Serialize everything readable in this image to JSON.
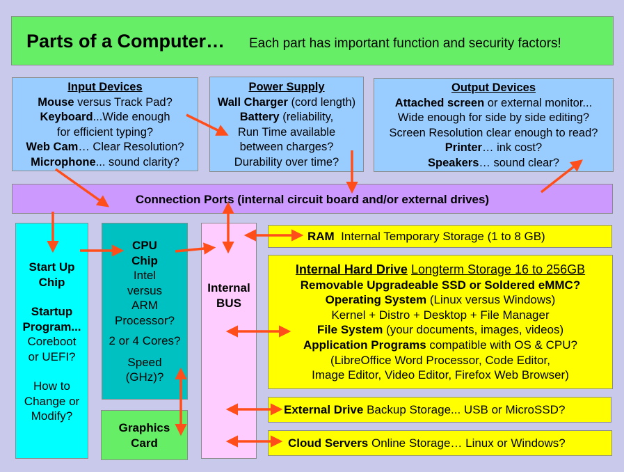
{
  "title": {
    "main": "Parts of a Computer…",
    "subtitle": "Each part has important function and security factors!"
  },
  "input_devices": {
    "heading": "Input Devices",
    "mouse_label": "Mouse",
    "mouse_text": " versus Track Pad?",
    "keyboard_label": "Keyboard",
    "keyboard_text": "...Wide enough",
    "keyboard_text2": "for efficient typing?",
    "webcam_label": "Web Cam",
    "webcam_text": "… Clear Resolution?",
    "microphone_label": "Microphone",
    "microphone_text": "... sound clarity?"
  },
  "power_supply": {
    "heading": "Power Supply",
    "charger_label": "Wall Charger",
    "charger_text": " (cord length)",
    "battery_label": "Battery",
    "battery_text": " (reliability,",
    "line3": "Run Time available",
    "line4": "between charges?",
    "line5": "Durability over time?"
  },
  "output_devices": {
    "heading": "Output Devices",
    "screen_label": "Attached screen",
    "screen_text": " or external monitor...",
    "line2": "Wide enough for side by side editing?",
    "line3": "Screen Resolution clear enough to read?",
    "printer_label": "Printer",
    "printer_text": "… ink cost?",
    "speakers_label": "Speakers",
    "speakers_text": "… sound clear?"
  },
  "connection_ports": "Connection Ports (internal circuit board and/or external drives)",
  "startup": {
    "title1": "Start Up",
    "title2": "Chip",
    "program1": "Startup",
    "program2": "Program...",
    "line1": "Coreboot",
    "line2": "or UEFI?",
    "line3": "How to",
    "line4": "Change or",
    "line5": "Modify?"
  },
  "cpu": {
    "title1": "CPU",
    "title2": "Chip",
    "line1": "Intel",
    "line2": "versus",
    "line3": "ARM",
    "line4": "Processor?",
    "cores": "2 or 4 Cores?",
    "speed1": "Speed",
    "speed2": "(GHz)?"
  },
  "graphics": {
    "line1": "Graphics",
    "line2": "Card"
  },
  "bus": {
    "line1": "Internal",
    "line2": "BUS"
  },
  "ram": {
    "label": "RAM",
    "text": "Internal Temporary Storage (1 to 8 GB)"
  },
  "hard_drive": {
    "heading": "Internal Hard Drive",
    "heading_text": "Longterm Storage 16 to 256GB",
    "line2": "Removable Upgradeable SSD or Soldered eMMC?",
    "os_label": "Operating System",
    "os_text": " (Linux versus Windows)",
    "line4": "Kernel + Distro + Desktop + File Manager",
    "fs_label": "File System",
    "fs_text": " (your documents, images, videos)",
    "apps_label": "Application Programs",
    "apps_text": " compatible with OS & CPU?",
    "line7": "(LibreOffice Word Processor, Code Editor,",
    "line8": "Image Editor, Video Editor, Firefox Web Browser)"
  },
  "external_drive": {
    "label": "External Drive",
    "text": " Backup Storage... USB or MicroSSD?"
  },
  "cloud": {
    "label": "Cloud Servers",
    "text": " Online Storage… Linux or Windows?"
  },
  "colors": {
    "background": "#c9c9ec",
    "title_green": "#66ee66",
    "device_blue": "#99ccff",
    "ports_purple": "#cc99ff",
    "startup_cyan": "#00ffff",
    "cpu_teal": "#00c1c1",
    "bus_pink": "#ffccff",
    "storage_yellow": "#ffff00",
    "arrow_orange": "#ff4e1a"
  }
}
